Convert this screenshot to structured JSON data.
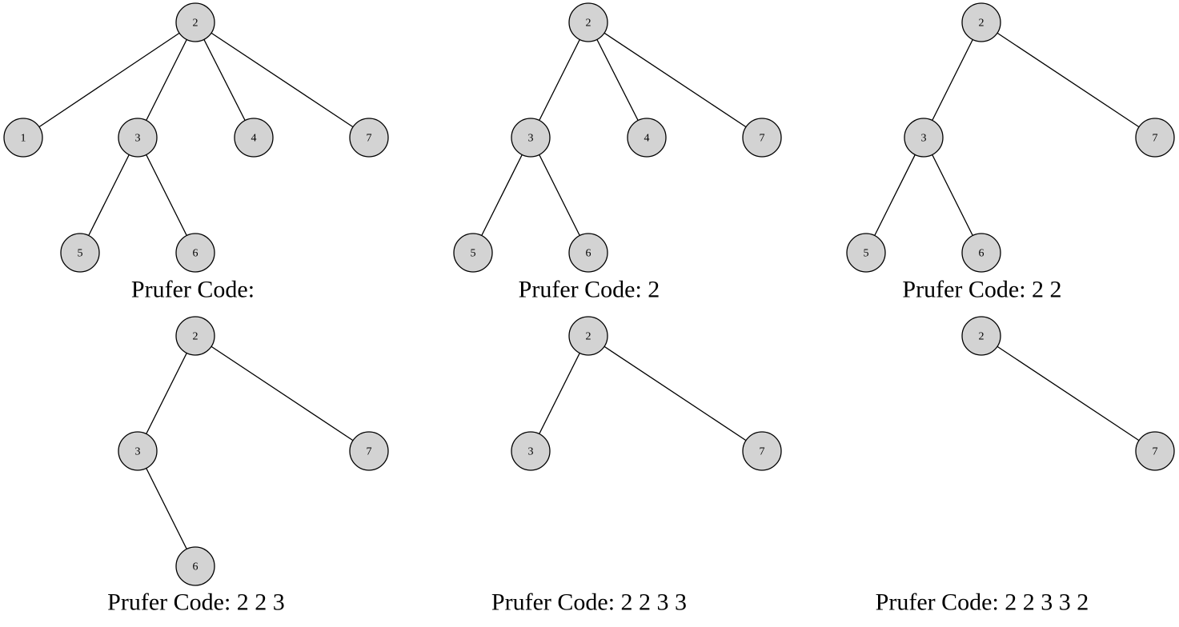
{
  "colors": {
    "node_fill": "#d3d3d3",
    "node_stroke": "#000000",
    "edge": "#000000",
    "background": "#ffffff"
  },
  "panels": [
    {
      "caption": "Prufer Code:",
      "nodes": [
        "2",
        "1",
        "3",
        "4",
        "7",
        "5",
        "6"
      ],
      "edges": [
        [
          "2",
          "1"
        ],
        [
          "2",
          "3"
        ],
        [
          "2",
          "4"
        ],
        [
          "2",
          "7"
        ],
        [
          "3",
          "5"
        ],
        [
          "3",
          "6"
        ]
      ]
    },
    {
      "caption": "Prufer Code: 2",
      "nodes": [
        "2",
        "3",
        "4",
        "7",
        "5",
        "6"
      ],
      "edges": [
        [
          "2",
          "3"
        ],
        [
          "2",
          "4"
        ],
        [
          "2",
          "7"
        ],
        [
          "3",
          "5"
        ],
        [
          "3",
          "6"
        ]
      ]
    },
    {
      "caption": "Prufer Code: 2 2",
      "nodes": [
        "2",
        "3",
        "7",
        "5",
        "6"
      ],
      "edges": [
        [
          "2",
          "3"
        ],
        [
          "2",
          "7"
        ],
        [
          "3",
          "5"
        ],
        [
          "3",
          "6"
        ]
      ]
    },
    {
      "caption": "Prufer Code: 2 2 3",
      "nodes": [
        "2",
        "3",
        "7",
        "6"
      ],
      "edges": [
        [
          "2",
          "3"
        ],
        [
          "2",
          "7"
        ],
        [
          "3",
          "6"
        ]
      ]
    },
    {
      "caption": "Prufer Code: 2 2 3 3",
      "nodes": [
        "2",
        "3",
        "7"
      ],
      "edges": [
        [
          "2",
          "3"
        ],
        [
          "2",
          "7"
        ]
      ]
    },
    {
      "caption": "Prufer Code: 2 2 3 3 2",
      "nodes": [
        "2",
        "7"
      ],
      "edges": [
        [
          "2",
          "7"
        ]
      ]
    }
  ]
}
